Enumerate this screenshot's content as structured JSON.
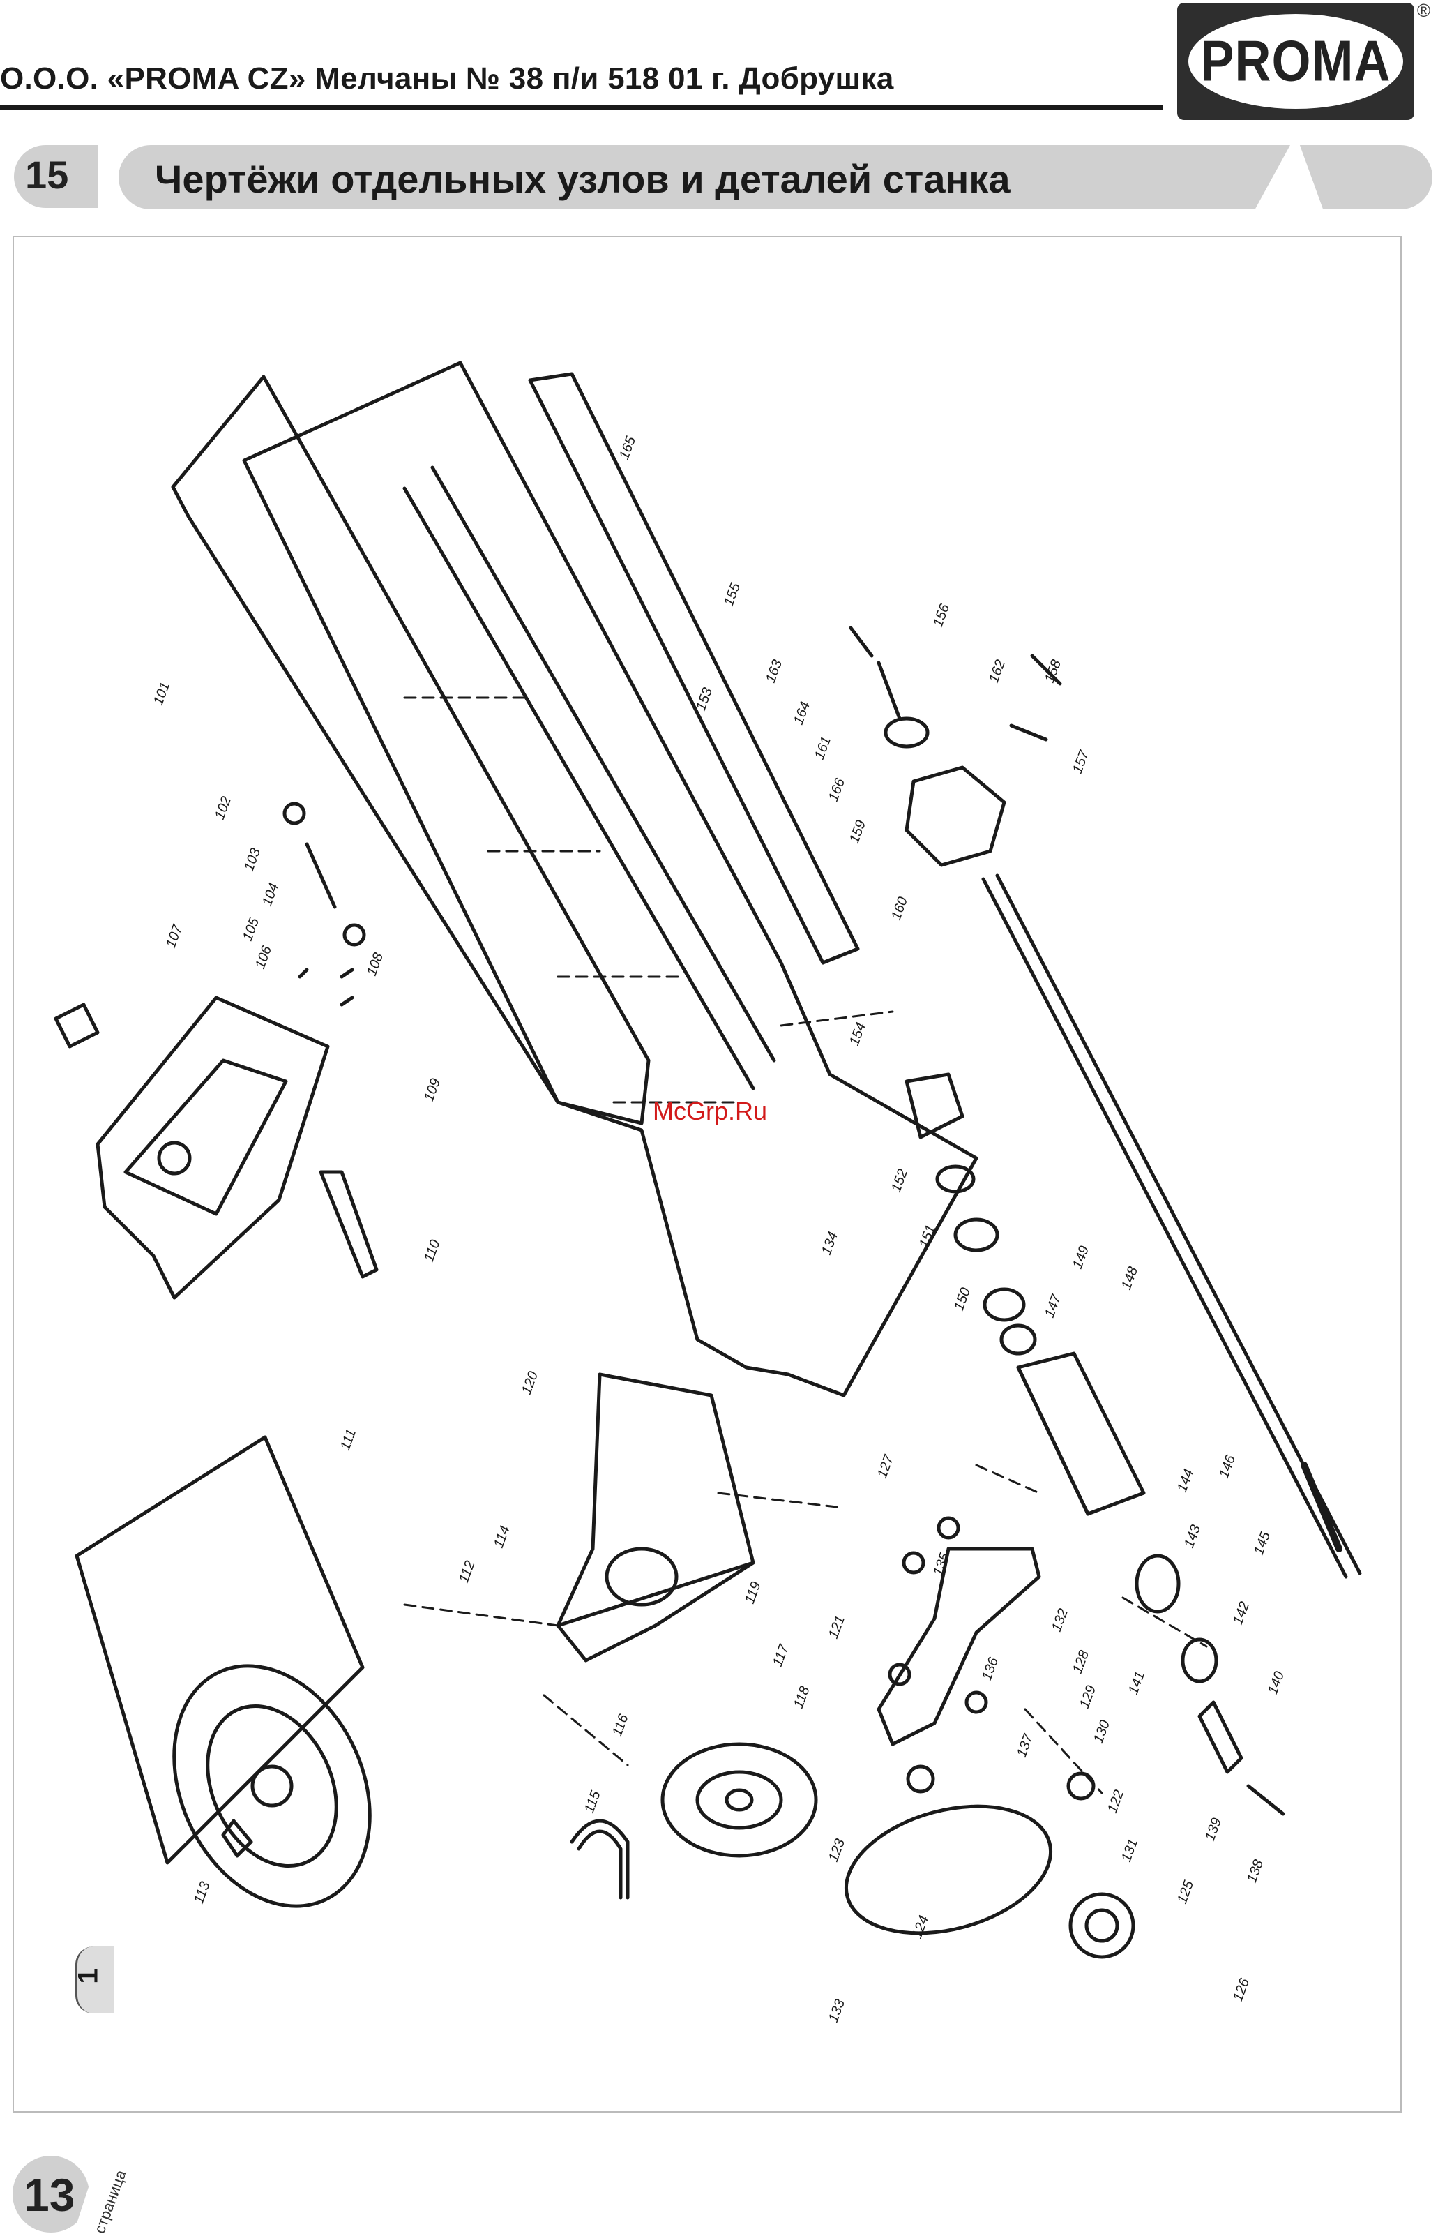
{
  "header": {
    "company_line": "О.О.О. «PROMA CZ» Мелчаны № 38 п/и 518 01 г. Добрушка",
    "logo_text": "PROMA",
    "registered_mark": "®"
  },
  "section": {
    "number": "15",
    "title": "Чертёжи отдельных узлов и деталей станка"
  },
  "watermark": "McGrp.Ru",
  "side_tab": "1",
  "footer": {
    "page_number": "13",
    "page_label": "страница"
  },
  "part_labels": {
    "p101": "101",
    "p102": "102",
    "p103": "103",
    "p104": "104",
    "p105": "105",
    "p106": "106",
    "p107": "107",
    "p108": "108",
    "p109": "109",
    "p110": "110",
    "p111": "111",
    "p112": "112",
    "p113": "113",
    "p114": "114",
    "p115": "115",
    "p116": "116",
    "p117": "117",
    "p118": "118",
    "p119": "119",
    "p120": "120",
    "p121": "121",
    "p122": "122",
    "p123": "123",
    "p124": "124",
    "p125": "125",
    "p126": "126",
    "p127": "127",
    "p128": "128",
    "p129": "129",
    "p130": "130",
    "p131": "131",
    "p132": "132",
    "p133": "133",
    "p134": "134",
    "p135": "135",
    "p136": "136",
    "p137": "137",
    "p138": "138",
    "p139": "139",
    "p140": "140",
    "p141": "141",
    "p142": "142",
    "p143": "143",
    "p144": "144",
    "p145": "145",
    "p146": "146",
    "p147": "147",
    "p148": "148",
    "p149": "149",
    "p150": "150",
    "p151": "151",
    "p152": "152",
    "p153": "153",
    "p154": "154",
    "p155": "155",
    "p156": "156",
    "p157": "157",
    "p158": "158",
    "p159": "159",
    "p160": "160",
    "p161": "161",
    "p162": "162",
    "p163": "163",
    "p164": "164",
    "p165": "165",
    "p166": "166"
  }
}
